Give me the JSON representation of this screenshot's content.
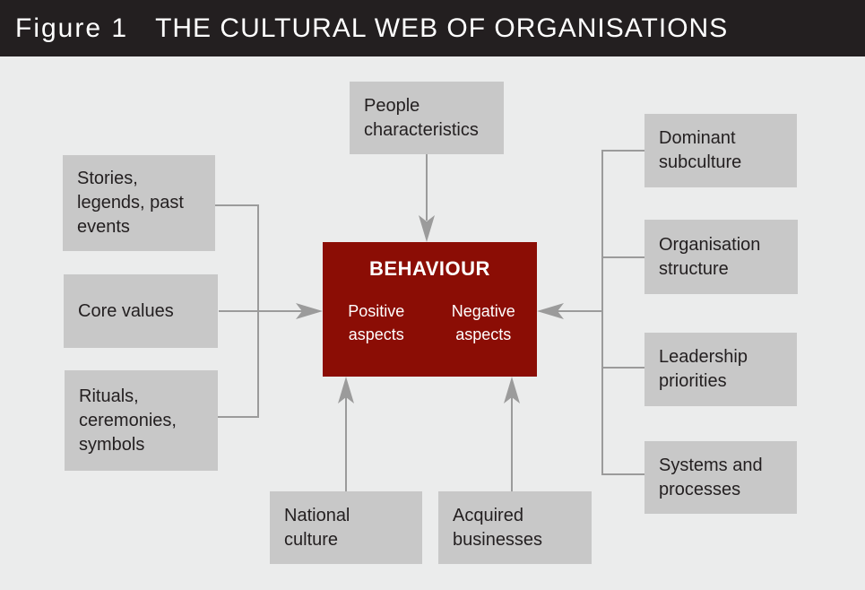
{
  "header": {
    "figure_label": "Figure 1",
    "title": "THE CULTURAL WEB OF ORGANISATIONS"
  },
  "center": {
    "title": "BEHAVIOUR",
    "positive": "Positive\naspects",
    "negative": "Negative\naspects"
  },
  "nodes": {
    "people": "People\ncharacteristics",
    "stories": "Stories,\nlegends, past\nevents",
    "core_values": "Core values",
    "rituals": "Rituals,\nceremonies,\nsymbols",
    "dominant": "Dominant\nsubculture",
    "org_structure": "Organisation\nstructure",
    "leadership": "Leadership\npriorities",
    "systems": "Systems and\nprocesses",
    "national": "National\nculture",
    "acquired": "Acquired\nbusinesses"
  },
  "colors": {
    "header_black": "#231f20",
    "background": "#ebecec",
    "box_gray": "#c8c8c8",
    "accent_red": "#8b0d05",
    "line_gray": "#9b9b9b",
    "text_dark": "#231f20",
    "text_light": "#ffffff"
  }
}
